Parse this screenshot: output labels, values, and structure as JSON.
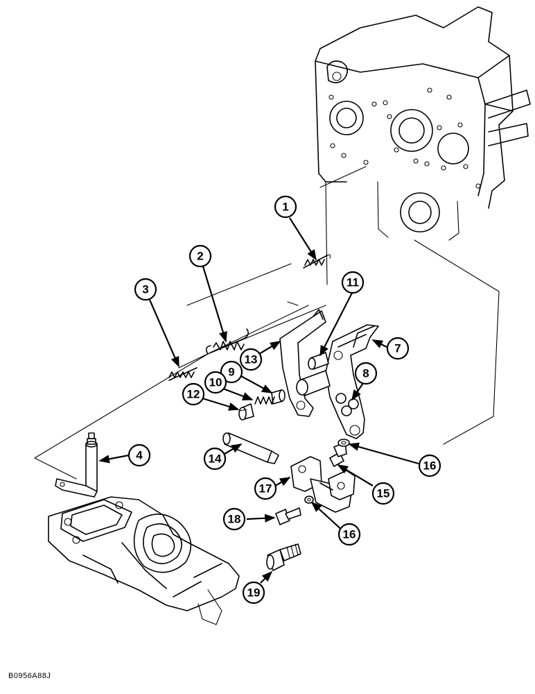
{
  "drawing_code": "B0956A88J",
  "callouts": [
    {
      "label": "1"
    },
    {
      "label": "2"
    },
    {
      "label": "3"
    },
    {
      "label": "4"
    },
    {
      "label": "7"
    },
    {
      "label": "8"
    },
    {
      "label": "9"
    },
    {
      "label": "10"
    },
    {
      "label": "11"
    },
    {
      "label": "12"
    },
    {
      "label": "13"
    },
    {
      "label": "14"
    },
    {
      "label": "15"
    },
    {
      "label": "16"
    },
    {
      "label": "17"
    },
    {
      "label": "16"
    },
    {
      "label": "18"
    },
    {
      "label": "19"
    }
  ]
}
